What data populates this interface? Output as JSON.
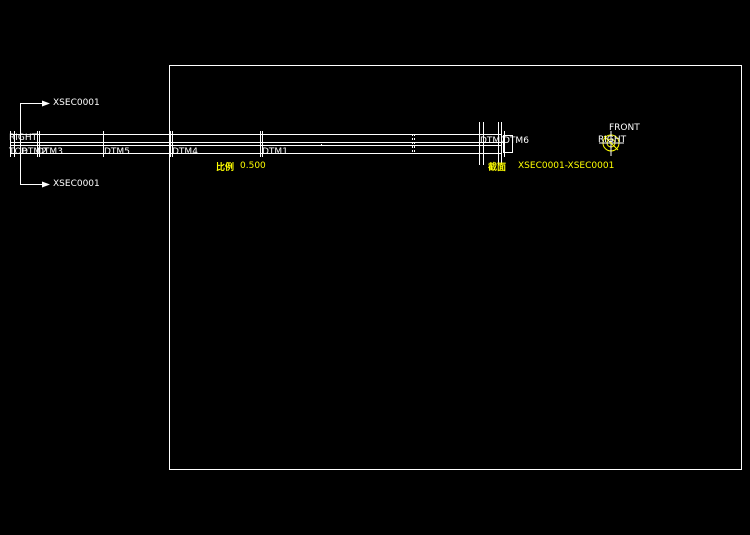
{
  "section_marks": {
    "top": "XSEC0001",
    "bottom": "XSEC0001"
  },
  "view_labels": {
    "right": "RIGHT",
    "top": "TOP",
    "front": "FRONT",
    "right_small": "RIGHT"
  },
  "datums": {
    "dtm2": "DTM2",
    "dtm3": "DTM3",
    "dtm5": "DTM5",
    "dtm4": "DTM4",
    "dtm1": "DTM1",
    "dtm7": "DTM7",
    "dtm6": "DTM6"
  },
  "annotations": {
    "scale_label": "比例",
    "scale_value": "0.500",
    "section_label": "截面",
    "section_value": "XSEC0001-XSEC0001"
  },
  "colors": {
    "background": "#000000",
    "lines": "#ffffff",
    "annotation": "#ffff00"
  }
}
